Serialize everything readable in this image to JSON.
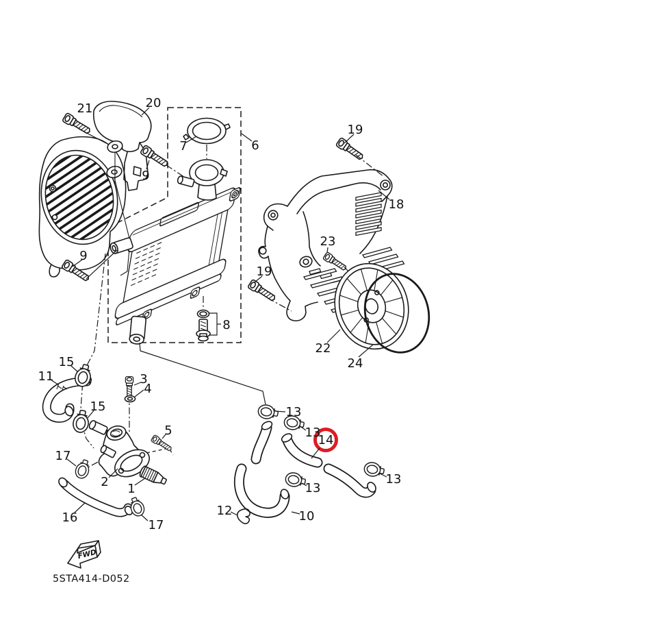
{
  "diagram": {
    "code": "5STA414-D052",
    "fwd": "FWD",
    "colors": {
      "line": "#1a1a1a",
      "background": "#ffffff",
      "highlight": "#dd1c24"
    },
    "highlighted_callout": "14",
    "callouts": [
      {
        "num": "21"
      },
      {
        "num": "20"
      },
      {
        "num": "7"
      },
      {
        "num": "6"
      },
      {
        "num": "9"
      },
      {
        "num": "19"
      },
      {
        "num": "18"
      },
      {
        "num": "23"
      },
      {
        "num": "9"
      },
      {
        "num": "19"
      },
      {
        "num": "8"
      },
      {
        "num": "22"
      },
      {
        "num": "24"
      },
      {
        "num": "15"
      },
      {
        "num": "11"
      },
      {
        "num": "3"
      },
      {
        "num": "4"
      },
      {
        "num": "15"
      },
      {
        "num": "5"
      },
      {
        "num": "17"
      },
      {
        "num": "2"
      },
      {
        "num": "1"
      },
      {
        "num": "16"
      },
      {
        "num": "17"
      },
      {
        "num": "13"
      },
      {
        "num": "13"
      },
      {
        "num": "14"
      },
      {
        "num": "13"
      },
      {
        "num": "13"
      },
      {
        "num": "10"
      },
      {
        "num": "12"
      }
    ]
  }
}
